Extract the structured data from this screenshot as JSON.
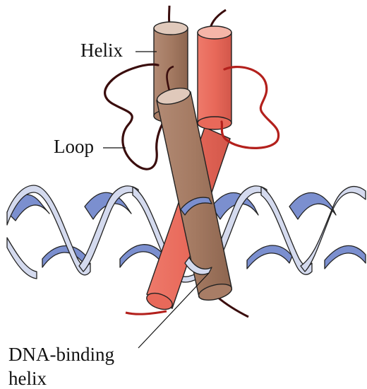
{
  "labels": {
    "helix": "Helix",
    "loop": "Loop",
    "dna_binding_line1": "DNA-binding",
    "dna_binding_line2": "helix"
  },
  "colors": {
    "brown_helix": "#a87d66",
    "brown_helix_dark": "#7a5440",
    "brown_helix_top": "#e0c9bb",
    "red_helix": "#e8695a",
    "red_helix_dark": "#b8443a",
    "red_helix_top": "#f5b5a8",
    "loop_dark": "#3a0d0d",
    "loop_red": "#b3201c",
    "dna_strand_blue": "#7b8fcf",
    "dna_strand_light": "#d4daee",
    "dna_outline": "#222222"
  }
}
